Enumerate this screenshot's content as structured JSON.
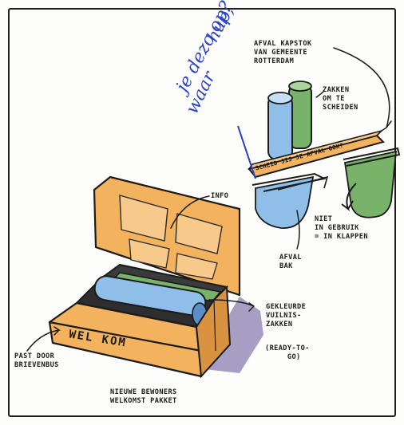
{
  "labels": {
    "info": "INFO",
    "afval_kapstok": "AFVAL KAPSTOK\nVAN GEMEENTE\nROTTERDAM",
    "zakken": "ZAKKEN\nOM TE\nSCHEIDEN",
    "niet_gebruik": "NIET\nIN GEBRUIK\n= IN KLAPPEN",
    "afval_bak": "AFVAL\nBAK",
    "gekleurde": "GEKLEURDE\nVUILNIS-\nZAKKEN",
    "ready": "(READY-TO-\n     GO)",
    "past_door": "PAST DOOR\nBRIEVENBUS",
    "nieuwe": "NIEUWE BEWONERS\nWELKOMST PAKKET"
  },
  "box_text": "WEL KOM",
  "shelf_sign": "SCHEID JIJ JE AFVAL OOK?",
  "annotation": {
    "line1": "hup,",
    "line2": "waar",
    "line3": "je dezo op?"
  },
  "colors": {
    "orange": "#f2b25e",
    "green": "#79b36a",
    "blue": "#8fbfe9",
    "shadow": "#8a7fb0",
    "ink": "#1b1b1b",
    "pen": "#2b43c6"
  }
}
